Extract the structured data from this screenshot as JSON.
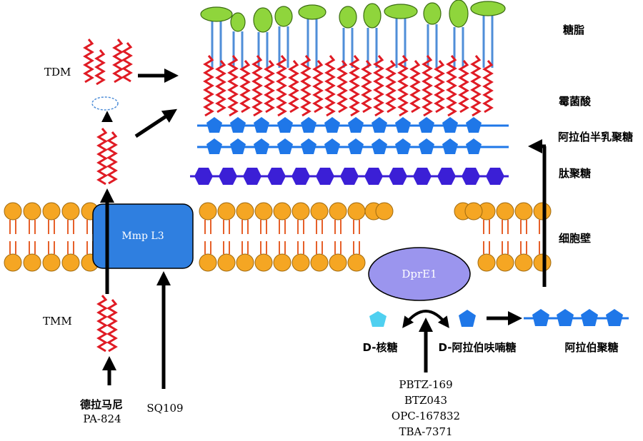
{
  "layers": {
    "glycolipid": "糖脂",
    "mycolic_acid": "霉菌酸",
    "arabinogalactan": "阿拉伯半乳聚糖",
    "peptidoglycan": "肽聚糖",
    "cell_wall": "细胞壁"
  },
  "molecules": {
    "tdm": "TDM",
    "tmm": "TMM",
    "d_ribose": "D-核糖",
    "d_arabinofuranose": "D-阿拉伯呋喃糖",
    "arabinan": "阿拉伯聚糖"
  },
  "proteins": {
    "mmpl3": "Mmp L3",
    "dpre1": "DprE1"
  },
  "drugs": {
    "delamanid": "德拉马尼",
    "pa824": "PA-824",
    "sq109": "SQ109",
    "dpre1_inhibitors": [
      "PBTZ-169",
      "BTZ043",
      "OPC-167832",
      "TBA-7371"
    ]
  },
  "colors": {
    "glycolipid_head": "#8fd53c",
    "glycolipid_stem": "#4f8ed8",
    "mycolic_chain": "#e01b24",
    "arabinogalactan": "#1f77e8",
    "peptidoglycan": "#3b1fd6",
    "lipid_head": "#f5a623",
    "lipid_tail": "#e6602a",
    "mmpl3": "#2f7fe0",
    "dpre1": "#9b95ee",
    "d_ribose": "#4fd0f0",
    "arrow": "#000000"
  }
}
